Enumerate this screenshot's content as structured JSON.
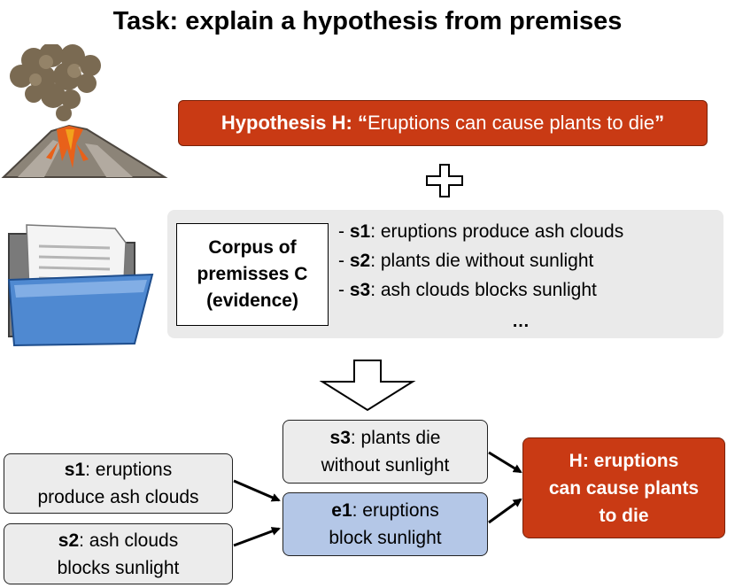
{
  "title": "Task: explain a hypothesis from premises",
  "hypothesis": {
    "label": "Hypothesis H:",
    "open_quote": "“",
    "text": "Eruptions can cause plants to die",
    "close_quote": "”"
  },
  "corpus": {
    "label_line1": "Corpus of",
    "label_line2": "premisses C",
    "label_line3": "(evidence)",
    "premises": [
      {
        "dash": "- ",
        "id": "s1",
        "text": ": eruptions produce ash clouds"
      },
      {
        "dash": "- ",
        "id": "s2",
        "text": ": plants die without sunlight"
      },
      {
        "dash": "- ",
        "id": "s3",
        "text": ": ash clouds blocks sunlight"
      }
    ],
    "ellipsis": "…"
  },
  "tree": {
    "s1": {
      "id": "s1",
      "line1": ": eruptions",
      "line2": "produce ash clouds"
    },
    "s2": {
      "id": "s2",
      "line1": ": ash clouds",
      "line2": "blocks sunlight"
    },
    "s3": {
      "id": "s3",
      "line1": ": plants die",
      "line2": "without sunlight"
    },
    "e1": {
      "id": "e1",
      "line1": ": eruptions",
      "line2": "block sunlight"
    },
    "h": {
      "line1": "H: eruptions",
      "line2": "can cause plants",
      "line3": "to die"
    }
  },
  "colors": {
    "hypothesis_fill": "#c93a14",
    "premise_fill": "#ececec",
    "intermediate_fill": "#b4c7e7",
    "corpus_bg": "#eaeaea"
  },
  "icons": [
    "volcano-icon",
    "open-folder-icon",
    "plus-icon",
    "down-arrow-icon"
  ]
}
